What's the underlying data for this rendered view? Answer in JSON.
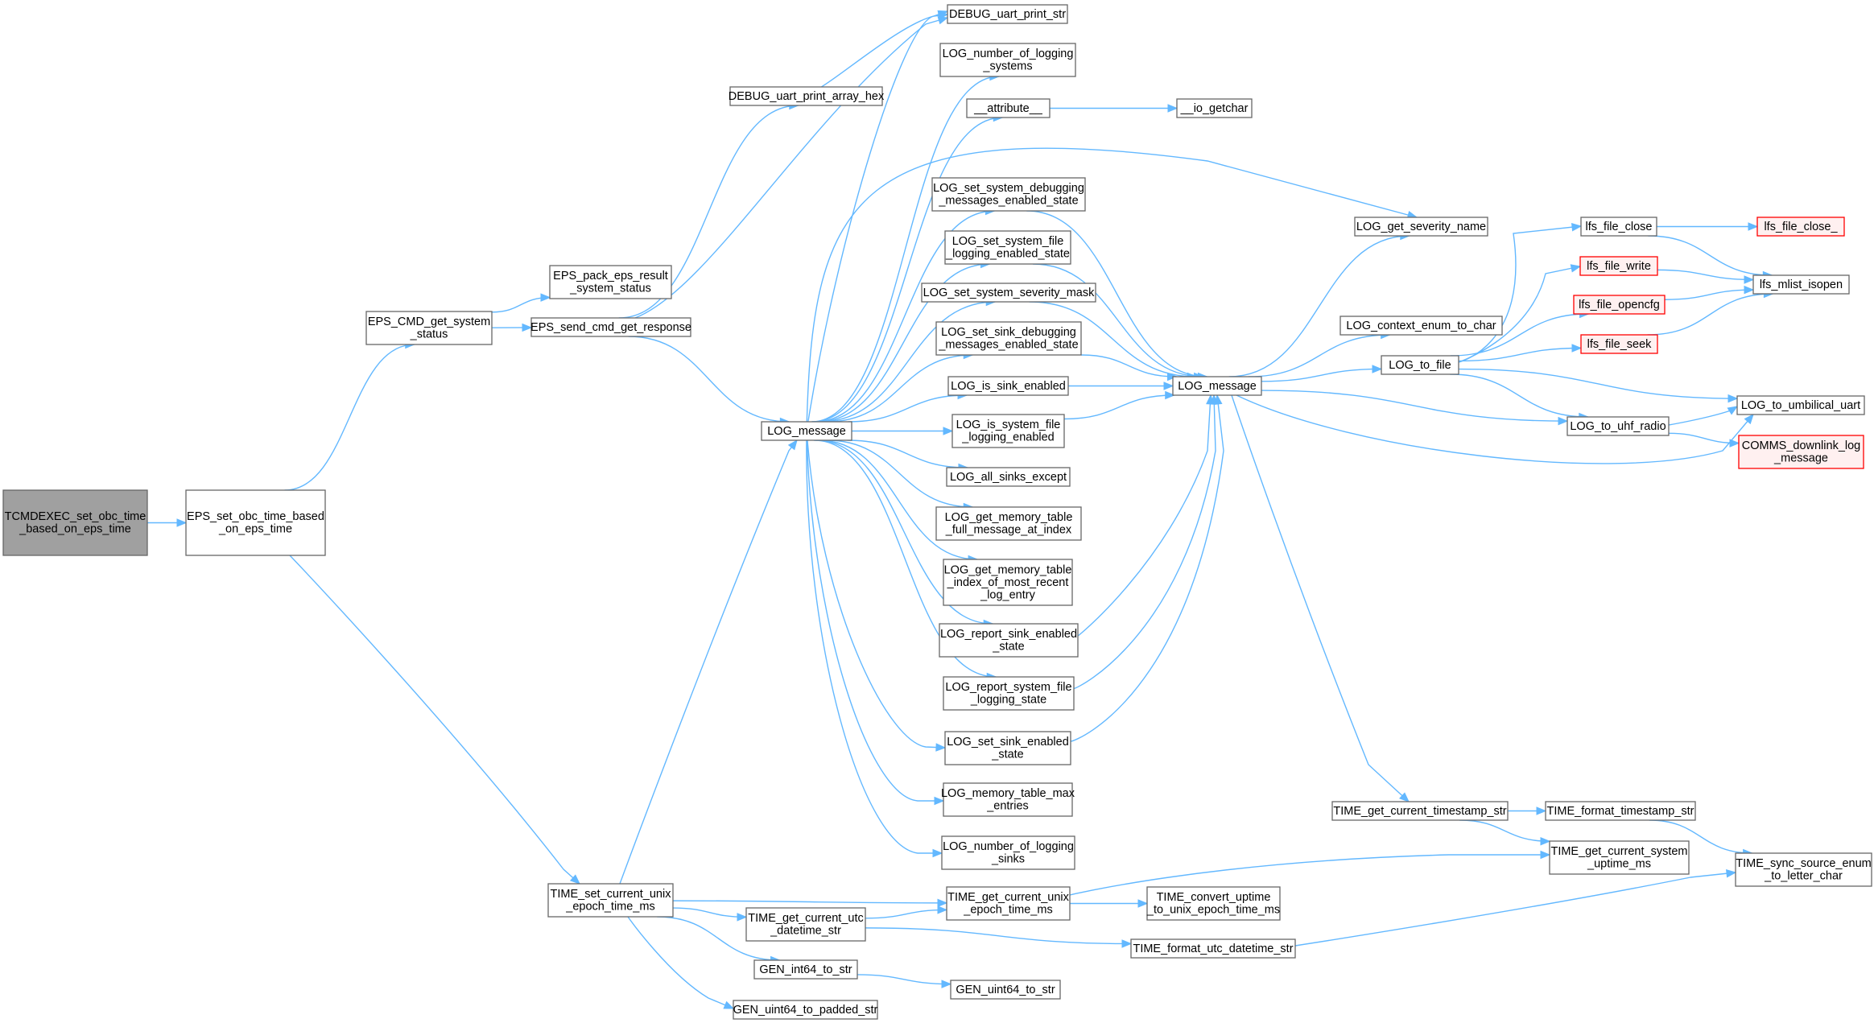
{
  "colors": {
    "edge": "#63b8ff",
    "node_border": "#666666",
    "node_fill": "#ffffff",
    "root_fill": "#a0a0a0",
    "truncated_border": "#ff0000",
    "truncated_fill": "#fff0f0"
  },
  "nodes": [
    {
      "id": "root",
      "lines": [
        "TCMDEXEC_set_obc_time",
        "_based_on_eps_time"
      ],
      "style": "root"
    },
    {
      "id": "eps_set_obc",
      "lines": [
        "EPS_set_obc_time_based",
        "_on_eps_time"
      ]
    },
    {
      "id": "eps_cmd_get",
      "lines": [
        "EPS_CMD_get_system",
        "_status"
      ]
    },
    {
      "id": "eps_pack",
      "lines": [
        "EPS_pack_eps_result",
        "_system_status"
      ]
    },
    {
      "id": "eps_send",
      "lines": [
        "EPS_send_cmd_get_response"
      ]
    },
    {
      "id": "dbg_hex",
      "lines": [
        "DEBUG_uart_print_array_hex"
      ]
    },
    {
      "id": "dbg_str",
      "lines": [
        "DEBUG_uart_print_str"
      ]
    },
    {
      "id": "log_msg1",
      "lines": [
        "LOG_message"
      ]
    },
    {
      "id": "time_set",
      "lines": [
        "TIME_set_current_unix",
        "_epoch_time_ms"
      ]
    },
    {
      "id": "log_num_sys",
      "lines": [
        "LOG_number_of_logging",
        "_systems"
      ]
    },
    {
      "id": "attr",
      "lines": [
        "__attribute__"
      ]
    },
    {
      "id": "io_getchar",
      "lines": [
        "__io_getchar"
      ]
    },
    {
      "id": "log_set_dbg",
      "lines": [
        "LOG_set_system_debugging",
        "_messages_enabled_state"
      ]
    },
    {
      "id": "log_set_file",
      "lines": [
        "LOG_set_system_file",
        "_logging_enabled_state"
      ]
    },
    {
      "id": "log_set_sev",
      "lines": [
        "LOG_set_system_severity_mask"
      ]
    },
    {
      "id": "log_set_sink_dbg",
      "lines": [
        "LOG_set_sink_debugging",
        "_messages_enabled_state"
      ]
    },
    {
      "id": "log_is_sink",
      "lines": [
        "LOG_is_sink_enabled"
      ]
    },
    {
      "id": "log_is_sys_file",
      "lines": [
        "LOG_is_system_file",
        "_logging_enabled"
      ]
    },
    {
      "id": "log_all_except",
      "lines": [
        "LOG_all_sinks_except"
      ]
    },
    {
      "id": "log_mem_full",
      "lines": [
        "LOG_get_memory_table",
        "_full_message_at_index"
      ]
    },
    {
      "id": "log_mem_idx",
      "lines": [
        "LOG_get_memory_table",
        "_index_of_most_recent",
        "_log_entry"
      ]
    },
    {
      "id": "log_rep_sink",
      "lines": [
        "LOG_report_sink_enabled",
        "_state"
      ]
    },
    {
      "id": "log_rep_file",
      "lines": [
        "LOG_report_system_file",
        "_logging_state"
      ]
    },
    {
      "id": "log_set_sink_en",
      "lines": [
        "LOG_set_sink_enabled",
        "_state"
      ]
    },
    {
      "id": "log_mem_max",
      "lines": [
        "LOG_memory_table_max",
        "_entries"
      ]
    },
    {
      "id": "log_num_sinks",
      "lines": [
        "LOG_number_of_logging",
        "_sinks"
      ]
    },
    {
      "id": "log_msg2",
      "lines": [
        "LOG_message"
      ]
    },
    {
      "id": "log_sev_name",
      "lines": [
        "LOG_get_severity_name"
      ]
    },
    {
      "id": "log_ctx",
      "lines": [
        "LOG_context_enum_to_char"
      ]
    },
    {
      "id": "log_to_file",
      "lines": [
        "LOG_to_file"
      ]
    },
    {
      "id": "log_to_uhf",
      "lines": [
        "LOG_to_uhf_radio"
      ]
    },
    {
      "id": "log_to_umb",
      "lines": [
        "LOG_to_umbilical_uart"
      ]
    },
    {
      "id": "comms_dl",
      "lines": [
        "COMMS_downlink_log",
        "_message"
      ],
      "style": "trunc"
    },
    {
      "id": "lfs_close",
      "lines": [
        "lfs_file_close"
      ]
    },
    {
      "id": "lfs_close_",
      "lines": [
        "lfs_file_close_"
      ],
      "style": "trunc"
    },
    {
      "id": "lfs_write",
      "lines": [
        "lfs_file_write"
      ],
      "style": "trunc"
    },
    {
      "id": "lfs_opencfg",
      "lines": [
        "lfs_file_opencfg"
      ],
      "style": "trunc"
    },
    {
      "id": "lfs_seek",
      "lines": [
        "lfs_file_seek"
      ],
      "style": "trunc"
    },
    {
      "id": "lfs_isopen",
      "lines": [
        "lfs_mlist_isopen"
      ]
    },
    {
      "id": "time_ts_str",
      "lines": [
        "TIME_get_current_timestamp_str"
      ]
    },
    {
      "id": "time_fmt_ts",
      "lines": [
        "TIME_format_timestamp_str"
      ]
    },
    {
      "id": "time_uptime",
      "lines": [
        "TIME_get_current_system",
        "_uptime_ms"
      ]
    },
    {
      "id": "time_sync",
      "lines": [
        "TIME_sync_source_enum",
        "_to_letter_char"
      ]
    },
    {
      "id": "time_get_unix",
      "lines": [
        "TIME_get_current_unix",
        "_epoch_time_ms"
      ]
    },
    {
      "id": "time_conv",
      "lines": [
        "TIME_convert_uptime",
        "_to_unix_epoch_time_ms"
      ]
    },
    {
      "id": "time_utc",
      "lines": [
        "TIME_get_current_utc",
        "_datetime_str"
      ]
    },
    {
      "id": "time_fmt_utc",
      "lines": [
        "TIME_format_utc_datetime_str"
      ]
    },
    {
      "id": "gen_int64",
      "lines": [
        "GEN_int64_to_str"
      ]
    },
    {
      "id": "gen_uint64",
      "lines": [
        "GEN_uint64_to_str"
      ]
    },
    {
      "id": "gen_uint64_pad",
      "lines": [
        "GEN_uint64_to_padded_str"
      ]
    }
  ],
  "edges": [
    [
      "root",
      "eps_set_obc"
    ],
    [
      "eps_set_obc",
      "eps_cmd_get"
    ],
    [
      "eps_set_obc",
      "time_set"
    ],
    [
      "eps_cmd_get",
      "eps_pack"
    ],
    [
      "eps_cmd_get",
      "eps_send"
    ],
    [
      "eps_send",
      "dbg_hex"
    ],
    [
      "eps_send",
      "dbg_str"
    ],
    [
      "eps_send",
      "log_msg1"
    ],
    [
      "dbg_hex",
      "dbg_str"
    ],
    [
      "log_msg1",
      "dbg_str"
    ],
    [
      "log_msg1",
      "log_num_sys"
    ],
    [
      "log_msg1",
      "attr"
    ],
    [
      "log_msg1",
      "log_sev_name"
    ],
    [
      "log_msg1",
      "log_set_dbg"
    ],
    [
      "log_msg1",
      "log_set_file"
    ],
    [
      "log_msg1",
      "log_set_sev"
    ],
    [
      "log_msg1",
      "log_set_sink_dbg"
    ],
    [
      "log_msg1",
      "log_is_sink"
    ],
    [
      "log_msg1",
      "log_is_sys_file"
    ],
    [
      "log_msg1",
      "log_all_except"
    ],
    [
      "log_msg1",
      "log_mem_full"
    ],
    [
      "log_msg1",
      "log_mem_idx"
    ],
    [
      "log_msg1",
      "log_rep_sink"
    ],
    [
      "log_msg1",
      "log_rep_file"
    ],
    [
      "log_msg1",
      "log_set_sink_en"
    ],
    [
      "log_msg1",
      "log_mem_max"
    ],
    [
      "log_msg1",
      "log_num_sinks"
    ],
    [
      "attr",
      "io_getchar"
    ],
    [
      "log_set_dbg",
      "log_msg2"
    ],
    [
      "log_set_file",
      "log_msg2"
    ],
    [
      "log_set_sev",
      "log_msg2"
    ],
    [
      "log_set_sink_dbg",
      "log_msg2"
    ],
    [
      "log_is_sink",
      "log_msg2"
    ],
    [
      "log_is_sys_file",
      "log_msg2"
    ],
    [
      "log_rep_sink",
      "log_msg2"
    ],
    [
      "log_rep_file",
      "log_msg2"
    ],
    [
      "log_set_sink_en",
      "log_msg2"
    ],
    [
      "log_msg2",
      "log_sev_name"
    ],
    [
      "log_msg2",
      "log_ctx"
    ],
    [
      "log_msg2",
      "log_to_file"
    ],
    [
      "log_msg2",
      "log_to_uhf"
    ],
    [
      "log_msg2",
      "log_to_umb"
    ],
    [
      "log_msg2",
      "time_ts_str"
    ],
    [
      "log_to_file",
      "lfs_close"
    ],
    [
      "log_to_file",
      "lfs_write"
    ],
    [
      "log_to_file",
      "lfs_opencfg"
    ],
    [
      "log_to_file",
      "lfs_seek"
    ],
    [
      "log_to_file",
      "log_to_uhf"
    ],
    [
      "log_to_file",
      "log_to_umb"
    ],
    [
      "log_to_uhf",
      "log_to_umb"
    ],
    [
      "log_to_uhf",
      "comms_dl"
    ],
    [
      "lfs_close",
      "lfs_close_"
    ],
    [
      "lfs_close",
      "lfs_isopen"
    ],
    [
      "lfs_write",
      "lfs_isopen"
    ],
    [
      "lfs_opencfg",
      "lfs_isopen"
    ],
    [
      "lfs_seek",
      "lfs_isopen"
    ],
    [
      "time_ts_str",
      "time_fmt_ts"
    ],
    [
      "time_ts_str",
      "time_uptime"
    ],
    [
      "time_fmt_ts",
      "time_sync"
    ],
    [
      "time_set",
      "log_msg1"
    ],
    [
      "time_set",
      "time_get_unix"
    ],
    [
      "time_set",
      "time_utc"
    ],
    [
      "time_set",
      "gen_int64"
    ],
    [
      "time_set",
      "gen_uint64_pad"
    ],
    [
      "time_utc",
      "time_get_unix"
    ],
    [
      "time_utc",
      "time_fmt_utc"
    ],
    [
      "time_get_unix",
      "time_uptime"
    ],
    [
      "time_get_unix",
      "time_conv"
    ],
    [
      "time_fmt_utc",
      "time_sync"
    ],
    [
      "gen_int64",
      "gen_uint64"
    ]
  ]
}
